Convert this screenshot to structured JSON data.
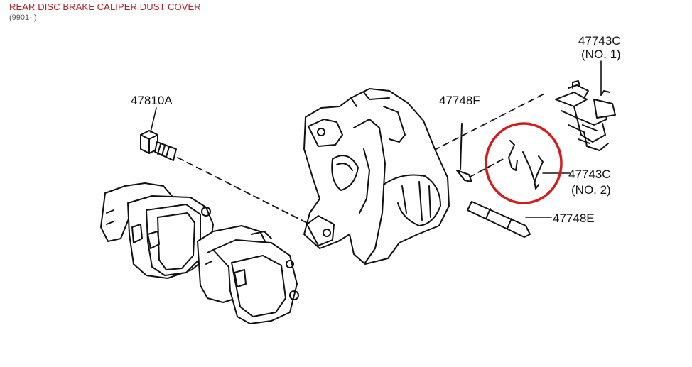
{
  "header": {
    "title": "REAR DISC BRAKE CALIPER DUST COVER",
    "subtitle": "(9901- )"
  },
  "parts": [
    {
      "number": "47810A",
      "note": ""
    },
    {
      "number": "47748F",
      "note": ""
    },
    {
      "number": "47743C",
      "note": "(NO. 1)"
    },
    {
      "number": "47743C",
      "note": "(NO. 2)"
    },
    {
      "number": "47748E",
      "note": ""
    }
  ],
  "colors": {
    "title": "#b22222",
    "highlight": "#d21c1c",
    "linework": "#111111"
  }
}
